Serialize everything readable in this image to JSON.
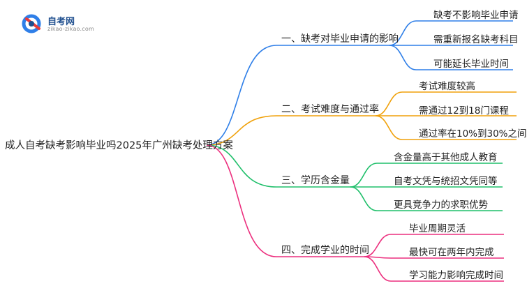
{
  "logo": {
    "name": "自考网",
    "domain": "zikao-zikao.com"
  },
  "root": "成人自考缺考影响毕业吗2025年广州缺考处理方案",
  "branches": [
    {
      "label": "一、缺考对毕业申请的影响",
      "color": "#2f7fe8",
      "leaves": [
        "缺考不影响毕业申请",
        "需重新报名缺考科目",
        "可能延长毕业时间"
      ]
    },
    {
      "label": "二、考试难度与通过率",
      "color": "#f0a10a",
      "leaves": [
        "考试难度较高",
        "需通过12到18门课程",
        "通过率在10%到30%之间"
      ]
    },
    {
      "label": "三、学历含金量",
      "color": "#1fbf6a",
      "leaves": [
        "含金量高于其他成人教育",
        "自考文凭与统招文凭同等",
        "更具竞争力的求职优势"
      ]
    },
    {
      "label": "四、完成学业的时间",
      "color": "#ec2f7e",
      "leaves": [
        "毕业周期灵活",
        "最快可在两年内完成",
        "学习能力影响完成时间"
      ]
    }
  ]
}
